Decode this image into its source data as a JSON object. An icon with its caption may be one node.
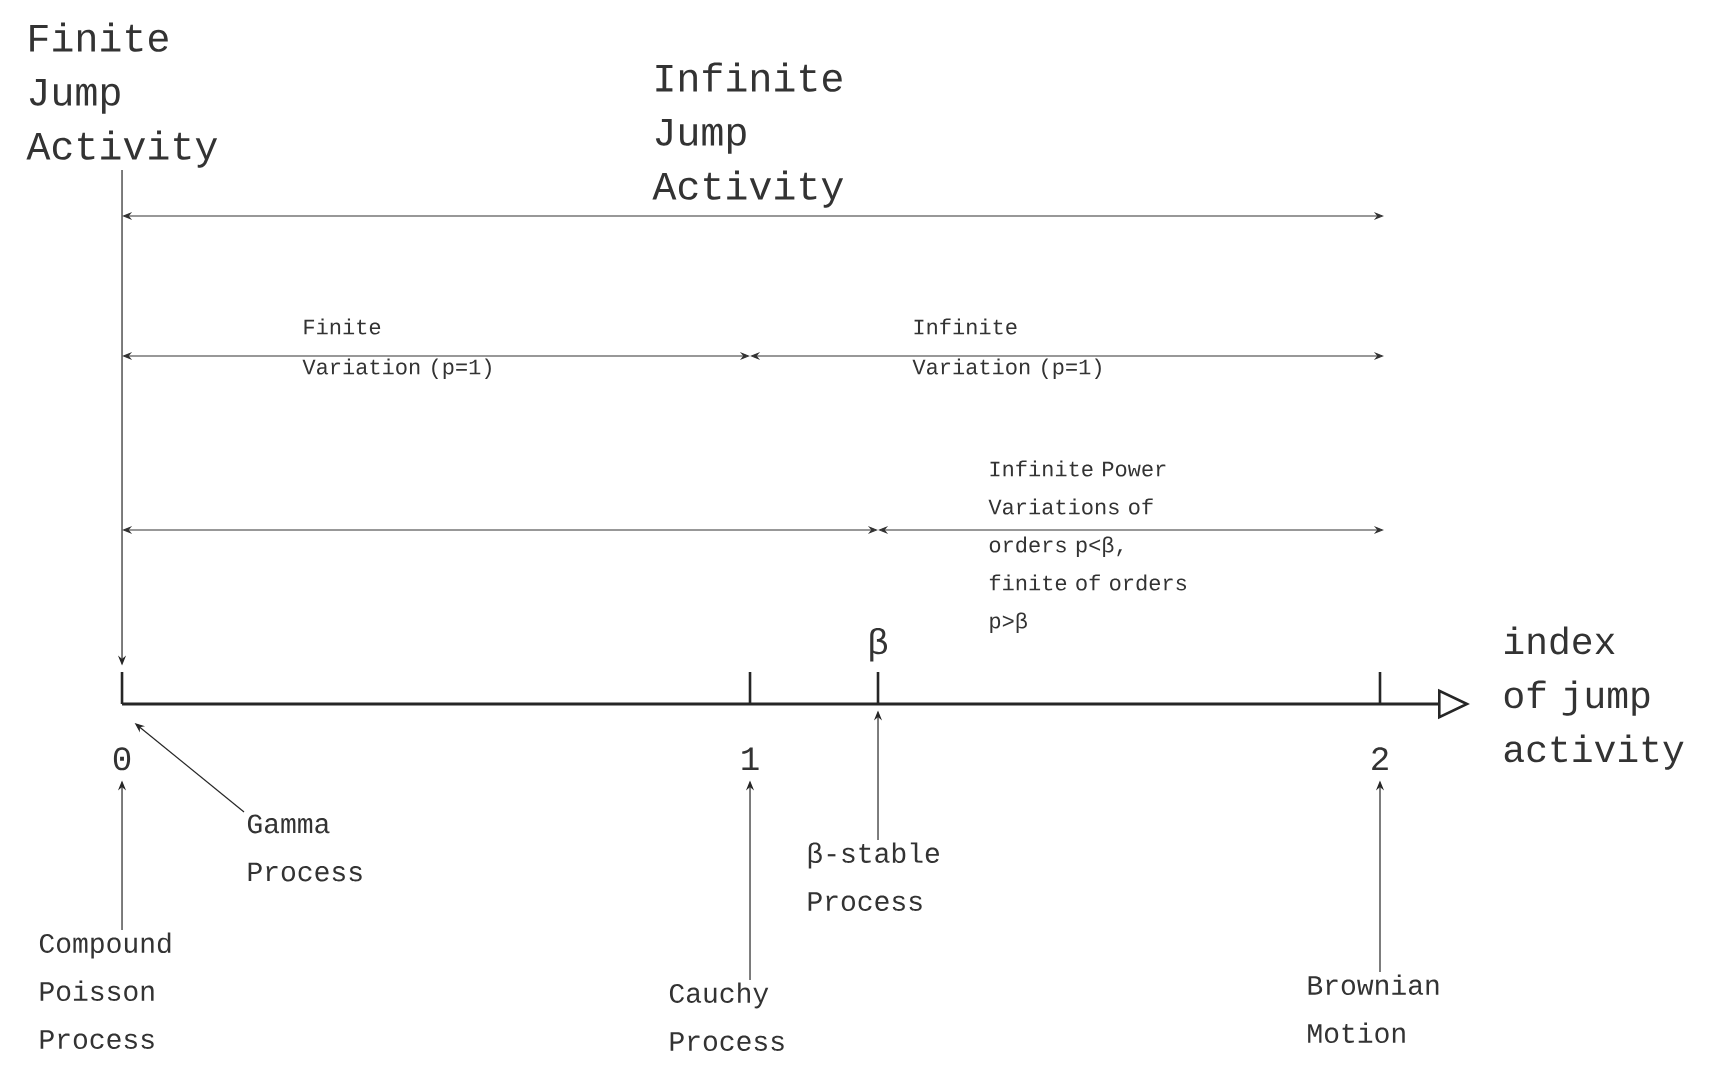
{
  "diagram": {
    "nodes": [
      {
        "text": [
          "Finite Jump Activity"
        ]
      },
      {
        "text": [
          "Infinite Jump Activity"
        ]
      },
      {
        "text": [
          "0"
        ]
      },
      {
        "text": [
          "1"
        ]
      },
      {
        "text": [
          "β"
        ]
      },
      {
        "text": [
          "2"
        ]
      },
      {
        "text": [
          "index of jump activity"
        ]
      },
      {
        "text": [
          "Gamma Process"
        ]
      },
      {
        "text": [
          "Compound Poisson Process"
        ]
      },
      {
        "text": [
          "β-stable Process"
        ]
      },
      {
        "text": [
          "Cauchy Process"
        ]
      },
      {
        "text": [
          "Brownian Motion"
        ]
      }
    ],
    "edges": [
      {
        "from": 0,
        "to": 2,
        "arrow": "to"
      },
      {
        "from": 7,
        "to": 2,
        "arrow": "to"
      },
      {
        "from": 8,
        "to": 2,
        "arrow": "to"
      },
      {
        "from": 9,
        "to": 4,
        "arrow": "to"
      },
      {
        "from": 10,
        "to": 3,
        "arrow": "to"
      },
      {
        "from": 11,
        "to": 5,
        "arrow": "to"
      }
    ],
    "labels": [
      "Finite Variation (p=1)",
      "Infinite Variation (p=1)",
      "Infinite Power Variations of orders p<β, finite of orders p>β"
    ]
  }
}
